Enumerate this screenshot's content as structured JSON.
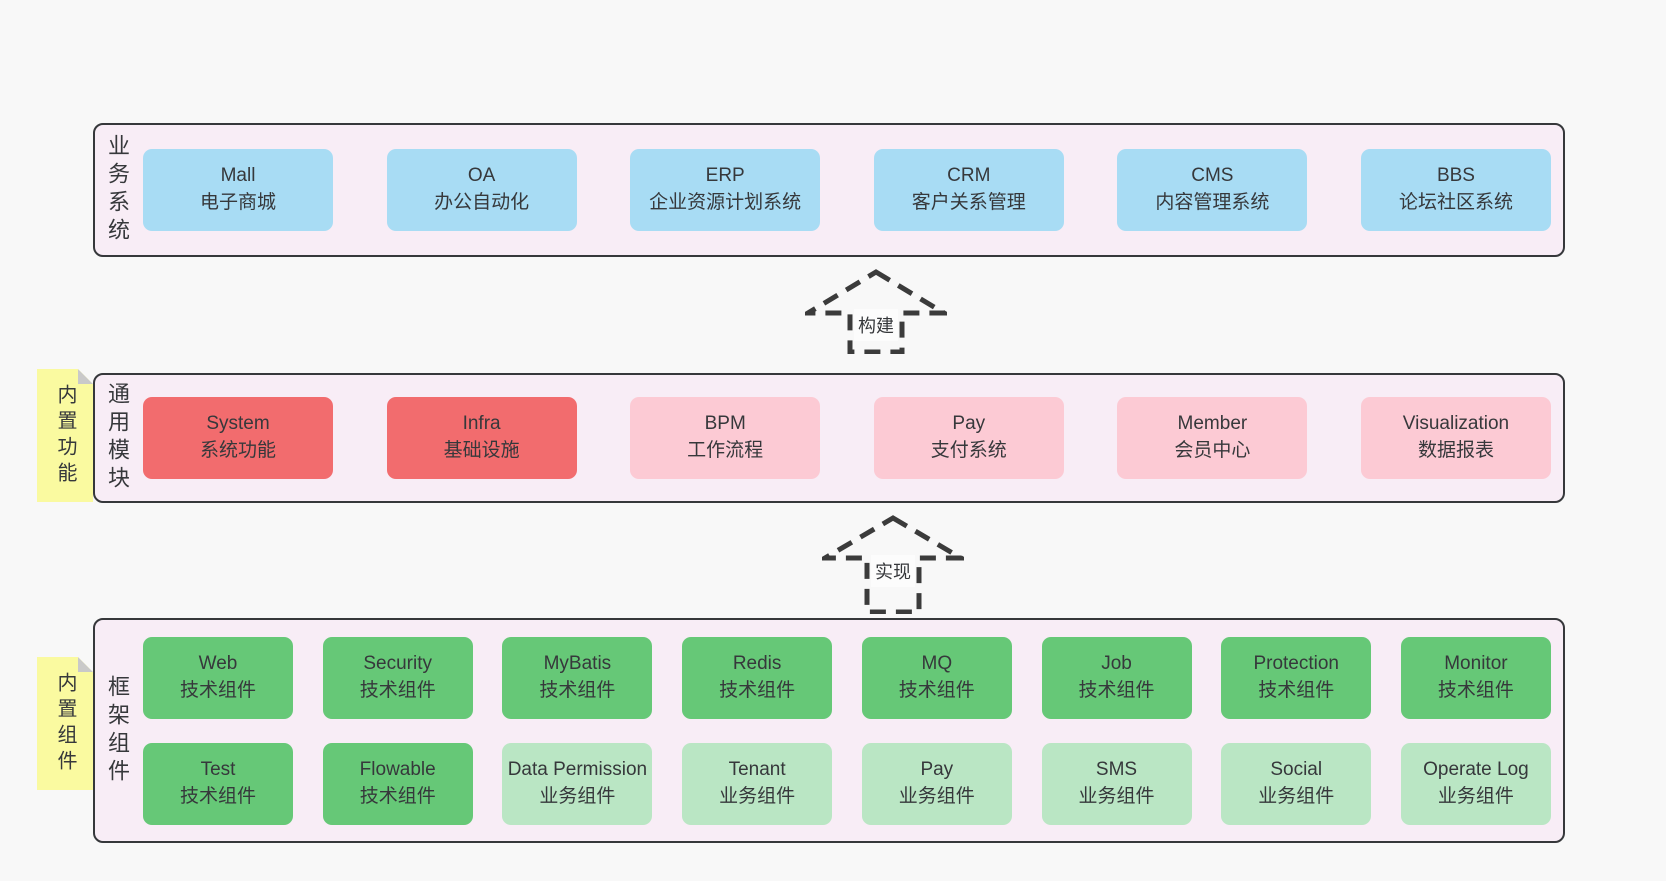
{
  "colors": {
    "page_bg": "#f8f8f8",
    "band_bg": "#f8edf6",
    "band_border": "#36383b",
    "text": "#36383b",
    "blue": "#a8dcf4",
    "red": "#f26c6e",
    "pink": "#fccad4",
    "green_dark": "#66c877",
    "green_light": "#bae6c4",
    "note_bg": "#fafaa0"
  },
  "arrows": [
    {
      "id": "build",
      "label": "构建"
    },
    {
      "id": "implement",
      "label": "实现"
    }
  ],
  "bands": [
    {
      "id": "business-systems",
      "label": "业务系统",
      "note": null,
      "rows": [
        [
          {
            "title": "Mall",
            "subtitle": "电子商城",
            "variant": "blue"
          },
          {
            "title": "OA",
            "subtitle": "办公自动化",
            "variant": "blue"
          },
          {
            "title": "ERP",
            "subtitle": "企业资源计划系统",
            "variant": "blue"
          },
          {
            "title": "CRM",
            "subtitle": "客户关系管理",
            "variant": "blue"
          },
          {
            "title": "CMS",
            "subtitle": "内容管理系统",
            "variant": "blue"
          },
          {
            "title": "BBS",
            "subtitle": "论坛社区系统",
            "variant": "blue"
          }
        ]
      ]
    },
    {
      "id": "common-modules",
      "label": "通用模块",
      "note": "内置功能",
      "rows": [
        [
          {
            "title": "System",
            "subtitle": "系统功能",
            "variant": "red"
          },
          {
            "title": "Infra",
            "subtitle": "基础设施",
            "variant": "red"
          },
          {
            "title": "BPM",
            "subtitle": "工作流程",
            "variant": "pink"
          },
          {
            "title": "Pay",
            "subtitle": "支付系统",
            "variant": "pink"
          },
          {
            "title": "Member",
            "subtitle": "会员中心",
            "variant": "pink"
          },
          {
            "title": "Visualization",
            "subtitle": "数据报表",
            "variant": "pink"
          }
        ]
      ]
    },
    {
      "id": "framework-components",
      "label": "框架组件",
      "note": "内置组件",
      "rows": [
        [
          {
            "title": "Web",
            "subtitle": "技术组件",
            "variant": "green"
          },
          {
            "title": "Security",
            "subtitle": "技术组件",
            "variant": "green"
          },
          {
            "title": "MyBatis",
            "subtitle": "技术组件",
            "variant": "green"
          },
          {
            "title": "Redis",
            "subtitle": "技术组件",
            "variant": "green"
          },
          {
            "title": "MQ",
            "subtitle": "技术组件",
            "variant": "green"
          },
          {
            "title": "Job",
            "subtitle": "技术组件",
            "variant": "green"
          },
          {
            "title": "Protection",
            "subtitle": "技术组件",
            "variant": "green"
          },
          {
            "title": "Monitor",
            "subtitle": "技术组件",
            "variant": "green"
          }
        ],
        [
          {
            "title": "Test",
            "subtitle": "技术组件",
            "variant": "green"
          },
          {
            "title": "Flowable",
            "subtitle": "技术组件",
            "variant": "green"
          },
          {
            "title": "Data Permission",
            "subtitle": "业务组件",
            "variant": "green-light"
          },
          {
            "title": "Tenant",
            "subtitle": "业务组件",
            "variant": "green-light"
          },
          {
            "title": "Pay",
            "subtitle": "业务组件",
            "variant": "green-light"
          },
          {
            "title": "SMS",
            "subtitle": "业务组件",
            "variant": "green-light"
          },
          {
            "title": "Social",
            "subtitle": "业务组件",
            "variant": "green-light"
          },
          {
            "title": "Operate Log",
            "subtitle": "业务组件",
            "variant": "green-light"
          }
        ]
      ]
    }
  ]
}
